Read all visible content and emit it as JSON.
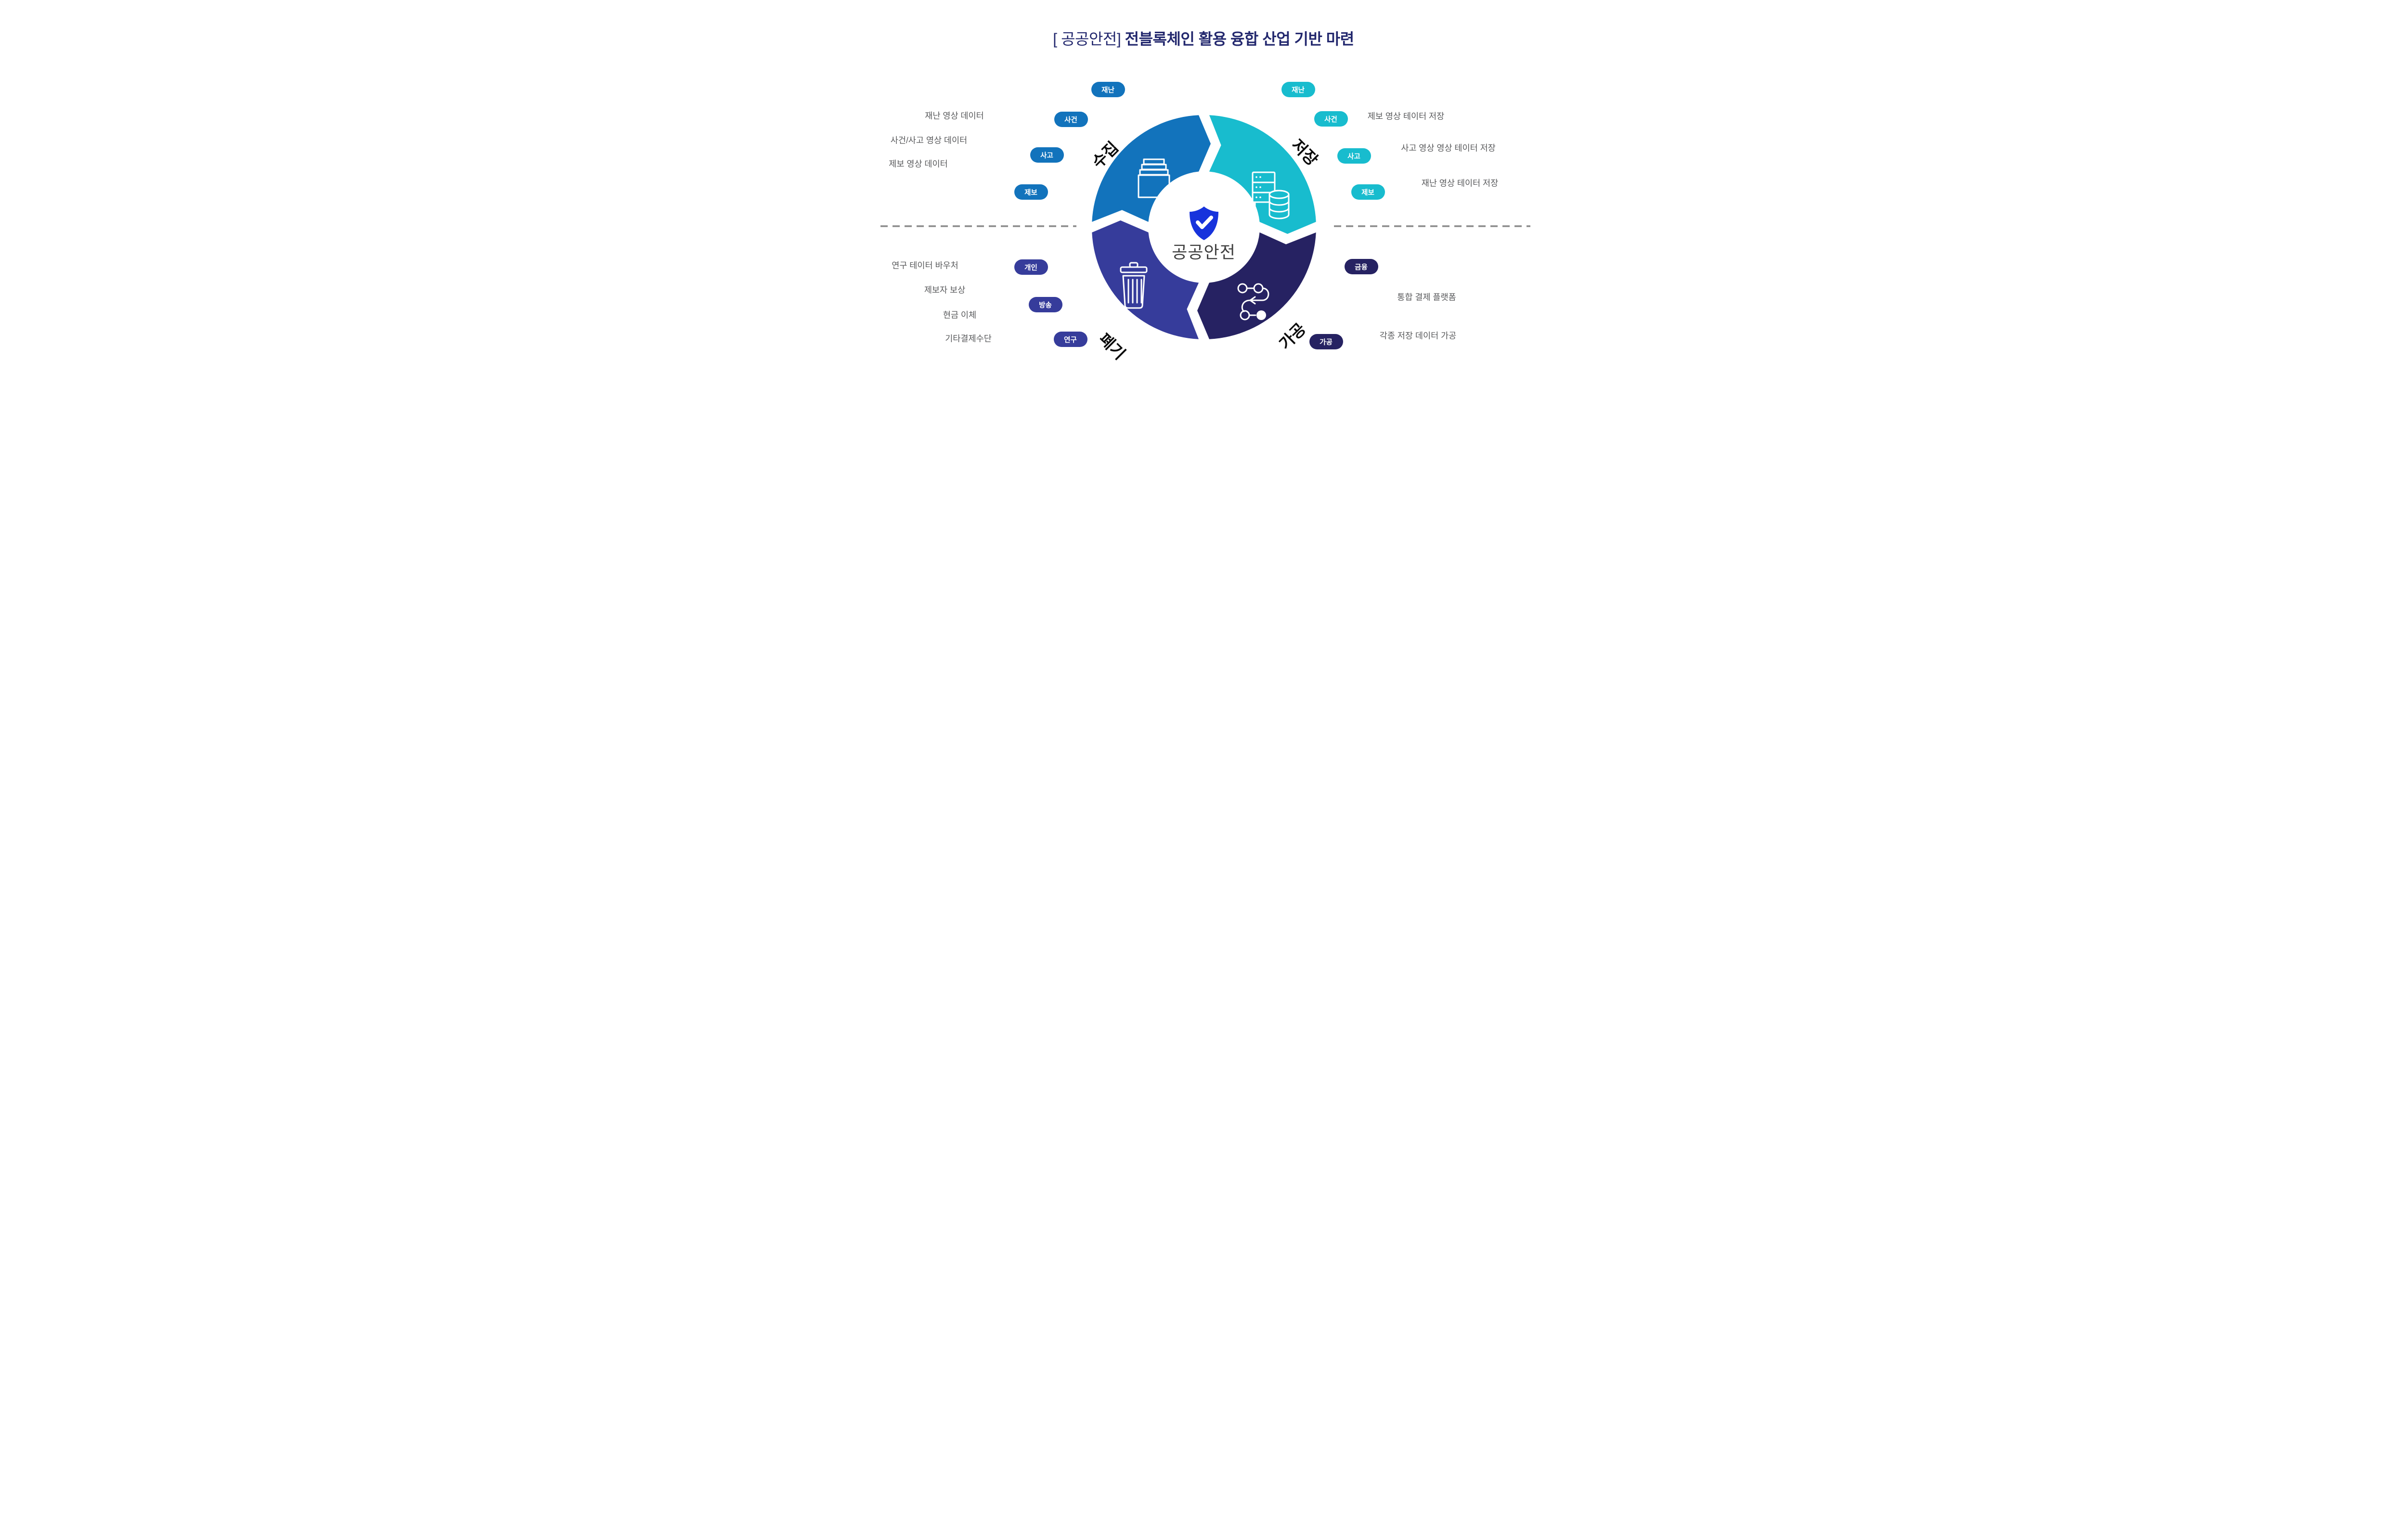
{
  "title": {
    "prefix": "[ 공공안전] ",
    "main": "전블록체인 활용 융합 산업 기반 마련"
  },
  "center": {
    "label": "공공안전"
  },
  "colors": {
    "collect_blue": "#1273BC",
    "store_cyan": "#18BCCE",
    "process_navy": "#262262",
    "dispose_purple": "#363C9B",
    "shield_blue": "#1733DC",
    "title_navy": "#23286E",
    "gray_text": "#58595B",
    "segment_label_black": "#0B0B0B",
    "dash_gray": "#8A8A8A",
    "center_text_gray": "#3F3F3F"
  },
  "segments": [
    {
      "label": "수집",
      "color": "#1273BC",
      "icon": "archive-stack-icon"
    },
    {
      "label": "저장",
      "color": "#18BCCE",
      "icon": "server-database-icon"
    },
    {
      "label": "가공",
      "color": "#262262",
      "icon": "process-route-icon"
    },
    {
      "label": "폐기",
      "color": "#363C9B",
      "icon": "trash-icon"
    }
  ],
  "quadrants": {
    "collect": {
      "pill_color": "#1273BC",
      "pills": [
        "재난",
        "사건",
        "사고",
        "제보"
      ],
      "items": [
        "재난 영상 데이터",
        "사건/사고 영상 데이터",
        "제보 영상 데이터"
      ]
    },
    "store": {
      "pill_color": "#18BCCE",
      "pills": [
        "재난",
        "사건",
        "사고",
        "제보"
      ],
      "items": [
        "제보 영상 테이터 저장",
        "사고 영상 영상 테이터 저장",
        "재난 영상 테이터 저장"
      ]
    },
    "dispose": {
      "pill_color": "#363C9B",
      "pills": [
        "개인",
        "방송",
        "연구"
      ],
      "items": [
        "연구 테이터 바우처",
        "제보자 보상",
        "현금 이체",
        "기타결제수단"
      ]
    },
    "process": {
      "pill_color": "#262262",
      "pills": [
        "금융",
        "가공"
      ],
      "items": [
        "통합 결제 플랫폼",
        "각종 저장 데이터 가공"
      ]
    }
  }
}
